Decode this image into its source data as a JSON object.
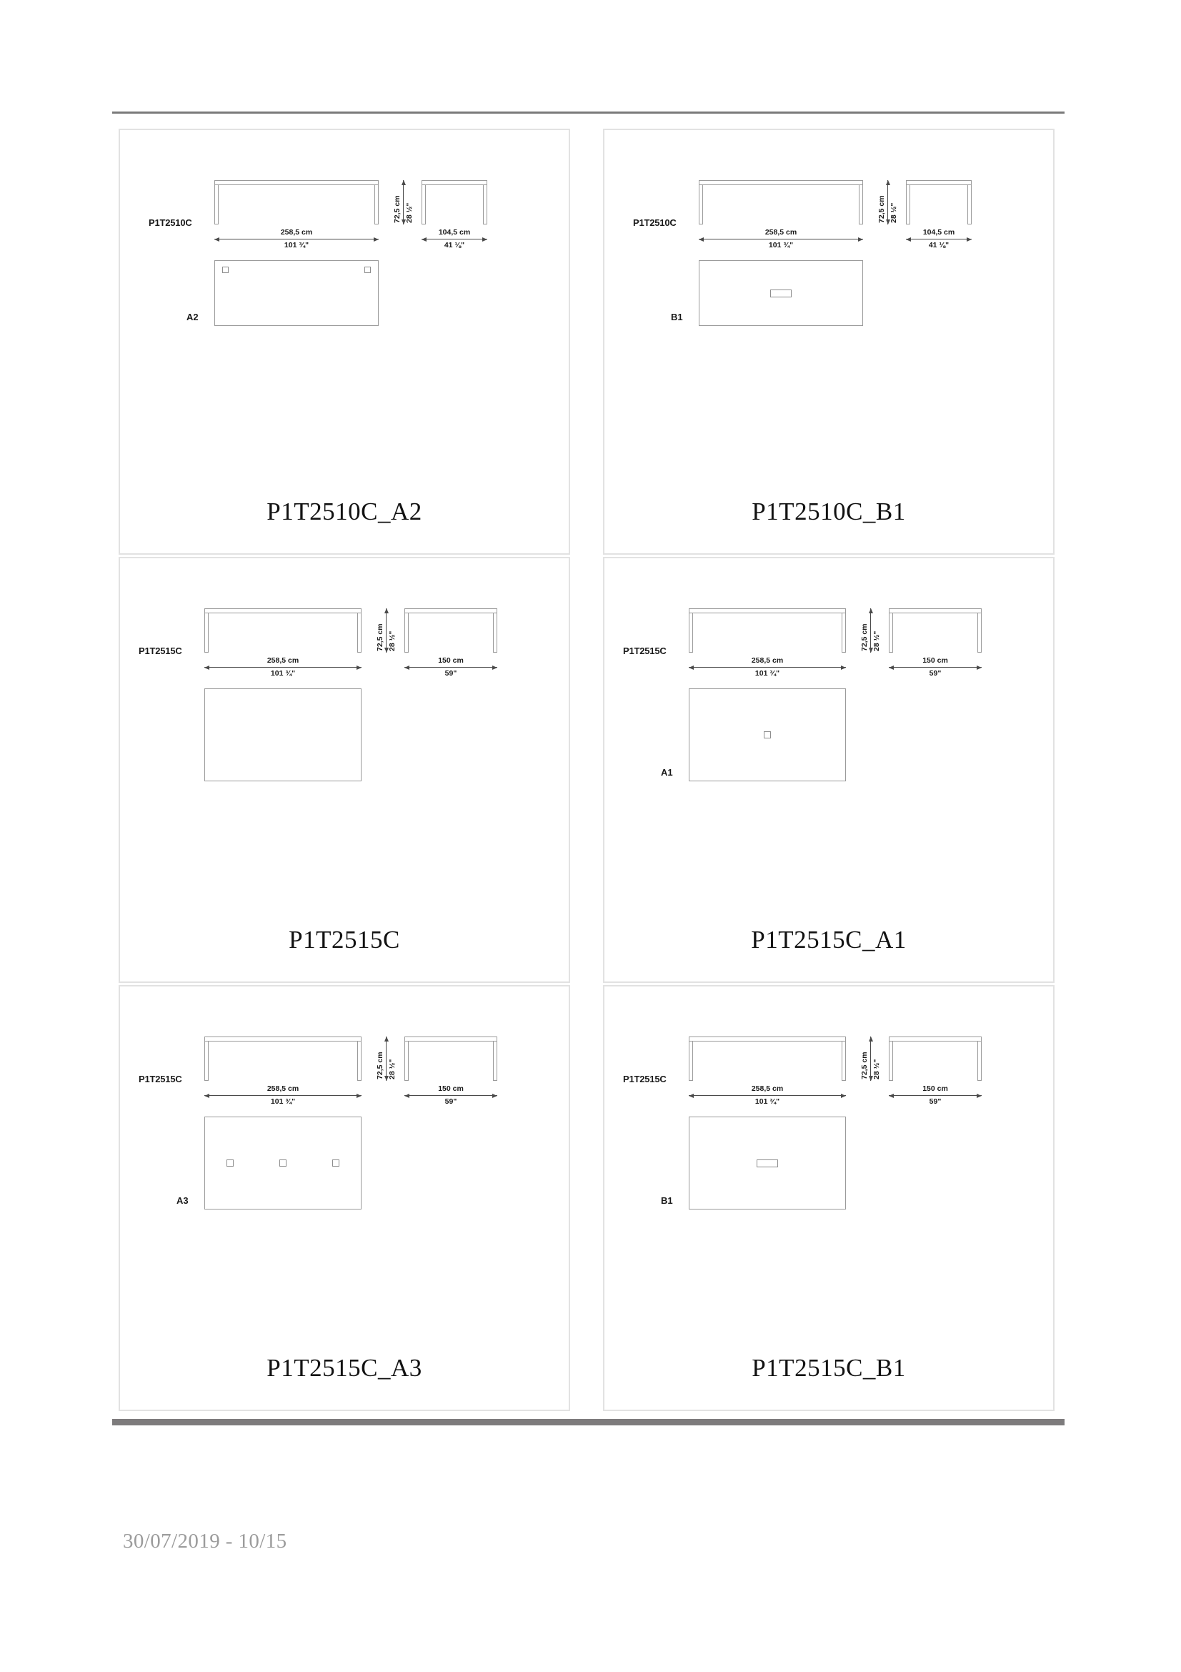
{
  "document": {
    "footer_text": "30/07/2019 - 10/15",
    "rule_color": "#7a7a7a"
  },
  "labels": {
    "cm_unit": "cm",
    "height_cm": "72,5 cm",
    "height_in": "28 ½\"",
    "width_cm": "258,5 cm",
    "width_in": "101 ¾\""
  },
  "panels": [
    {
      "id": "p1t2510c-a2",
      "caption": "P1T2510C_A2",
      "model_code": "P1T2510C",
      "front": {
        "width_cm": "258,5 cm",
        "width_in": "101 ¾\""
      },
      "side": {
        "width_cm": "104,5 cm",
        "width_in": "41 ⅛\""
      },
      "height": {
        "cm": "72,5 cm",
        "in": "28 ½\""
      },
      "plan": {
        "label": "A2",
        "marks": "two-corner-squares"
      }
    },
    {
      "id": "p1t2510c-b1",
      "caption": "P1T2510C_B1",
      "model_code": "P1T2510C",
      "front": {
        "width_cm": "258,5 cm",
        "width_in": "101 ¾\""
      },
      "side": {
        "width_cm": "104,5 cm",
        "width_in": "41 ⅛\""
      },
      "height": {
        "cm": "72,5 cm",
        "in": "28 ½\""
      },
      "plan": {
        "label": "B1",
        "marks": "center-slot"
      }
    },
    {
      "id": "p1t2515c",
      "caption": "P1T2515C",
      "model_code": "P1T2515C",
      "front": {
        "width_cm": "258,5 cm",
        "width_in": "101 ¾\""
      },
      "side": {
        "width_cm": "150 cm",
        "width_in": "59\""
      },
      "height": {
        "cm": "72,5 cm",
        "in": "28 ½\""
      },
      "plan": {
        "label": "",
        "marks": "none"
      }
    },
    {
      "id": "p1t2515c-a1",
      "caption": "P1T2515C_A1",
      "model_code": "P1T2515C",
      "front": {
        "width_cm": "258,5 cm",
        "width_in": "101 ¾\""
      },
      "side": {
        "width_cm": "150 cm",
        "width_in": "59\""
      },
      "height": {
        "cm": "72,5 cm",
        "in": "28 ½\""
      },
      "plan": {
        "label": "A1",
        "marks": "one-center-square"
      }
    },
    {
      "id": "p1t2515c-a3",
      "caption": "P1T2515C_A3",
      "model_code": "P1T2515C",
      "front": {
        "width_cm": "258,5 cm",
        "width_in": "101 ¾\""
      },
      "side": {
        "width_cm": "150 cm",
        "width_in": "59\""
      },
      "height": {
        "cm": "72,5 cm",
        "in": "28 ½\""
      },
      "plan": {
        "label": "A3",
        "marks": "three-squares"
      }
    },
    {
      "id": "p1t2515c-b1",
      "caption": "P1T2515C_B1",
      "model_code": "P1T2515C",
      "front": {
        "width_cm": "258,5 cm",
        "width_in": "101 ¾\""
      },
      "side": {
        "width_cm": "150 cm",
        "width_in": "59\""
      },
      "height": {
        "cm": "72,5 cm",
        "in": "28 ½\""
      },
      "plan": {
        "label": "B1",
        "marks": "center-slot"
      }
    }
  ]
}
